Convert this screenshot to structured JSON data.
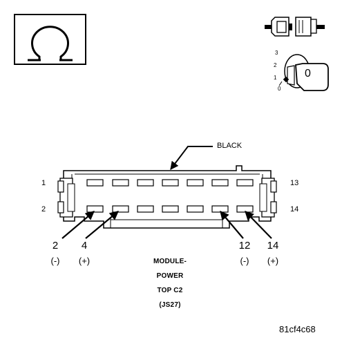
{
  "symbols": {
    "ohm_icon": "ohmmeter-icon",
    "connector_icon": "disconnect-connector-icon",
    "ignition_icon": "ignition-key-icon"
  },
  "ignition": {
    "positions": [
      "3",
      "2",
      "1",
      "0"
    ],
    "key_label": "0"
  },
  "connector": {
    "wire_color": "BLACK",
    "pin_left_top": "1",
    "pin_left_bottom": "2",
    "pin_right_top": "13",
    "pin_right_bottom": "14",
    "title_lines": [
      "MODULE-",
      "POWER",
      "TOP C2",
      "(JS27)"
    ]
  },
  "probes": [
    {
      "pin": "2",
      "polarity": "(-)"
    },
    {
      "pin": "4",
      "polarity": "(+)"
    },
    {
      "pin": "12",
      "polarity": "(-)"
    },
    {
      "pin": "14",
      "polarity": "(+)"
    }
  ],
  "figure_id": "81cf4c68"
}
